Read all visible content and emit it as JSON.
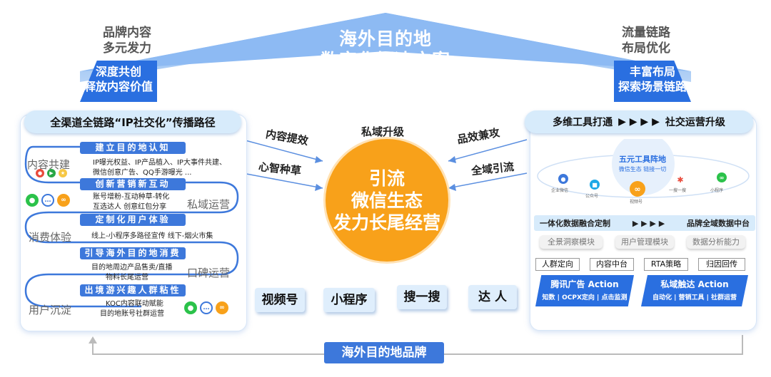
{
  "roof": {
    "line1": "海外目的地",
    "line2": "数字化解决方案"
  },
  "top_left": {
    "caption_line1": "品牌内容",
    "caption_line2": "多元发力",
    "flag_line1": "深度共创",
    "flag_line2": "释放内容价值"
  },
  "top_right": {
    "caption_line1": "流量链路",
    "caption_line2": "布局优化",
    "flag_line1": "丰富布局",
    "flag_line2": "探索场景链路"
  },
  "left_panel": {
    "title": "全渠道全链路“IP社交化”传播路径",
    "steps": [
      {
        "title": "建立目的地认知",
        "side": "内容共建",
        "desc1": "IP曝光权益、IP产品植入、IP大事件共建、",
        "desc2": "微信创意广告、QQ手游曝光 ..."
      },
      {
        "title": "创新营销新互动",
        "side": "私域运营",
        "desc1": "账号增粉-互动种草-转化",
        "desc2": "互选达人  创意红包分享"
      },
      {
        "title": "定制化用户体验",
        "side": "消费体验",
        "desc1": "线上-小程序多路径宣传   线下-烟火市集",
        "desc2": ""
      },
      {
        "title": "引导海外目的地消费",
        "side": "口碑运营",
        "desc1": "目的地周边产品售卖/直播",
        "desc2": "物料长尾运营"
      },
      {
        "title": "出境游兴趣人群粘性",
        "side": "用户沉淀",
        "desc1": "KOC内容联动赋能",
        "desc2": "目的地账号社群运营"
      }
    ]
  },
  "center": {
    "top_label": "私域升级",
    "line1": "引流",
    "line2": "微信生态",
    "line3": "发力长尾经营",
    "left_arrow1": "内容提效",
    "left_arrow2": "心智种草",
    "right_arrow1": "品效兼攻",
    "right_arrow2": "全域引流",
    "channels": [
      "视频号",
      "小程序",
      "搜一搜",
      "达 人"
    ]
  },
  "right_panel": {
    "title_left": "多维工具打通",
    "title_arrows": "▶ ▶ ▶ ▶",
    "title_right": "社交运营升级",
    "hub_title": "五元工具阵地",
    "hub_sub": "微信生态 链接一切",
    "tools": [
      "企业微信",
      "公众号",
      "视频号",
      "小程序",
      "一搜一搜"
    ],
    "row_left": "一体化数据融合定制",
    "row_arrows": "▶ ▶ ▶ ▶",
    "row_right": "品牌全域数据中台",
    "modules": [
      "全景洞察模块",
      "用户管理模块",
      "数据分析能力"
    ],
    "boxes": [
      "人群定向",
      "内容中台",
      "RTA策略",
      "归因回传"
    ],
    "card1_title": "腾讯广告 Action",
    "card1_sub": "知数 | OCPX定向 | 点击监测",
    "card2_title": "私域触达 Action",
    "card2_sub": "自动化 | 营销工具 | 社群运营"
  },
  "bottom": {
    "brand": "海外目的地品牌"
  },
  "colors": {
    "primary_blue": "#2a6fe0",
    "light_blue": "#d7ebfb",
    "orange": "#f8a11a"
  }
}
